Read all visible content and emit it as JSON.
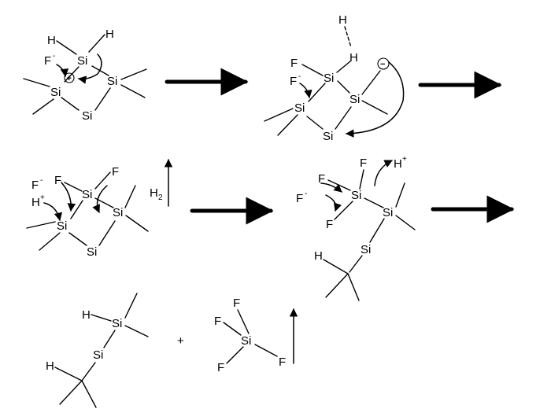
{
  "atoms": {
    "si": "Si",
    "h": "H",
    "f": "F",
    "f_minus": "F",
    "h_plus": "H",
    "minus_sup": "-",
    "plus_sup": "+"
  },
  "plus_sign": "+",
  "reagent": {
    "h2_h": "H",
    "h2_sub": "2"
  },
  "charges": {
    "cation": "+",
    "anion": "−"
  }
}
